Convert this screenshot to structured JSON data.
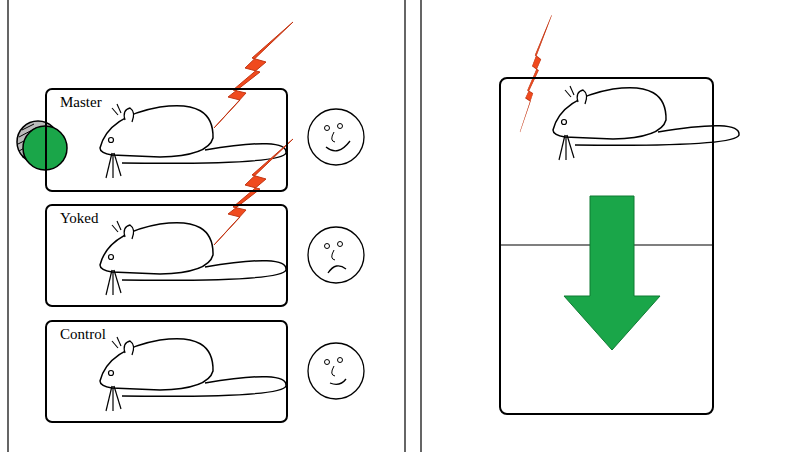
{
  "diagram": {
    "nodes": [
      {
        "text": [
          "Master"
        ]
      },
      {
        "text": [
          "Yoked"
        ]
      },
      {
        "text": [
          "Control"
        ]
      }
    ]
  }
}
